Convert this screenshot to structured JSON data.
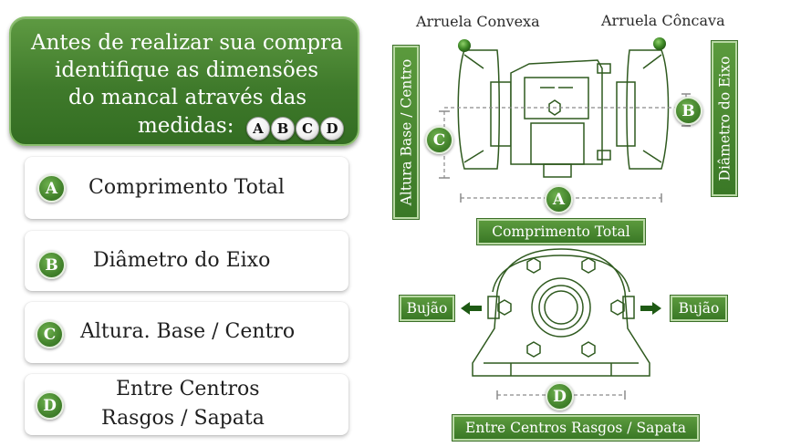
{
  "intro": {
    "lines": [
      "Antes de realizar sua compra",
      "identifique as dimensões",
      "do mancal através das",
      "medidas:"
    ],
    "badges": [
      "A",
      "B",
      "C",
      "D"
    ]
  },
  "measures": [
    {
      "letter": "A",
      "label": "Comprimento Total"
    },
    {
      "letter": "B",
      "label": "Diâmetro do Eixo"
    },
    {
      "letter": "C",
      "label": "Altura. Base / Centro"
    },
    {
      "letter": "D",
      "label_line1": "Entre Centros",
      "label_line2": "Rasgos / Sapata"
    }
  ],
  "diagram": {
    "label_convex": "Arruela Convexa",
    "label_concave": "Arruela Côncava",
    "tag_height": "Altura Base / Centro",
    "tag_diameter": "Diâmetro do Eixo",
    "tag_length": "Comprimento Total",
    "tag_plug_left": "Bujão",
    "tag_plug_right": "Bujão",
    "tag_centers": "Entre Centros Rasgos / Sapata",
    "marker_a": "A",
    "marker_b": "B",
    "marker_c": "C",
    "marker_d": "D"
  },
  "colors": {
    "green_dark": "#336d22",
    "green": "#43832c",
    "green_light": "#6fb14f",
    "line": "#2f5a1f"
  }
}
